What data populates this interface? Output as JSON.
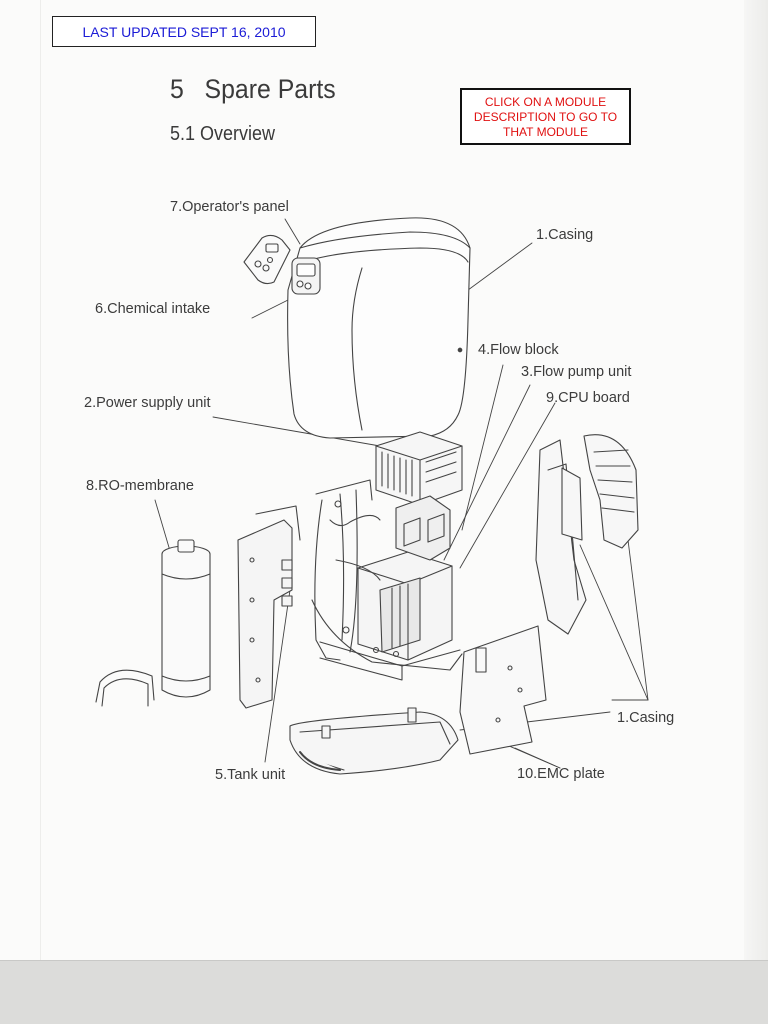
{
  "header": {
    "last_updated": "LAST UPDATED SEPT 16, 2010",
    "section_title": "5   Spare Parts",
    "subsection_title": "5.1 Overview"
  },
  "notice": {
    "lines": [
      "CLICK ON A MODULE",
      "DESCRIPTION TO GO TO",
      "THAT MODULE"
    ]
  },
  "modules": [
    {
      "id": "operators-panel",
      "label": "7.Operator's panel"
    },
    {
      "id": "casing-top",
      "label": "1.Casing"
    },
    {
      "id": "chemical-intake",
      "label": "6.Chemical intake"
    },
    {
      "id": "flow-block",
      "label": "4.Flow block"
    },
    {
      "id": "flow-pump-unit",
      "label": "3.Flow pump unit"
    },
    {
      "id": "power-supply-unit",
      "label": "2.Power supply unit"
    },
    {
      "id": "cpu-board",
      "label": "9.CPU board"
    },
    {
      "id": "ro-membrane",
      "label": "8.RO-membrane"
    },
    {
      "id": "casing-bottom",
      "label": "1.Casing"
    },
    {
      "id": "tank-unit",
      "label": "5.Tank unit"
    },
    {
      "id": "emc-plate",
      "label": "10.EMC plate"
    }
  ],
  "colors": {
    "link_blue": "#1b1bd6",
    "notice_red": "#e01010",
    "line_art": "#444444"
  }
}
